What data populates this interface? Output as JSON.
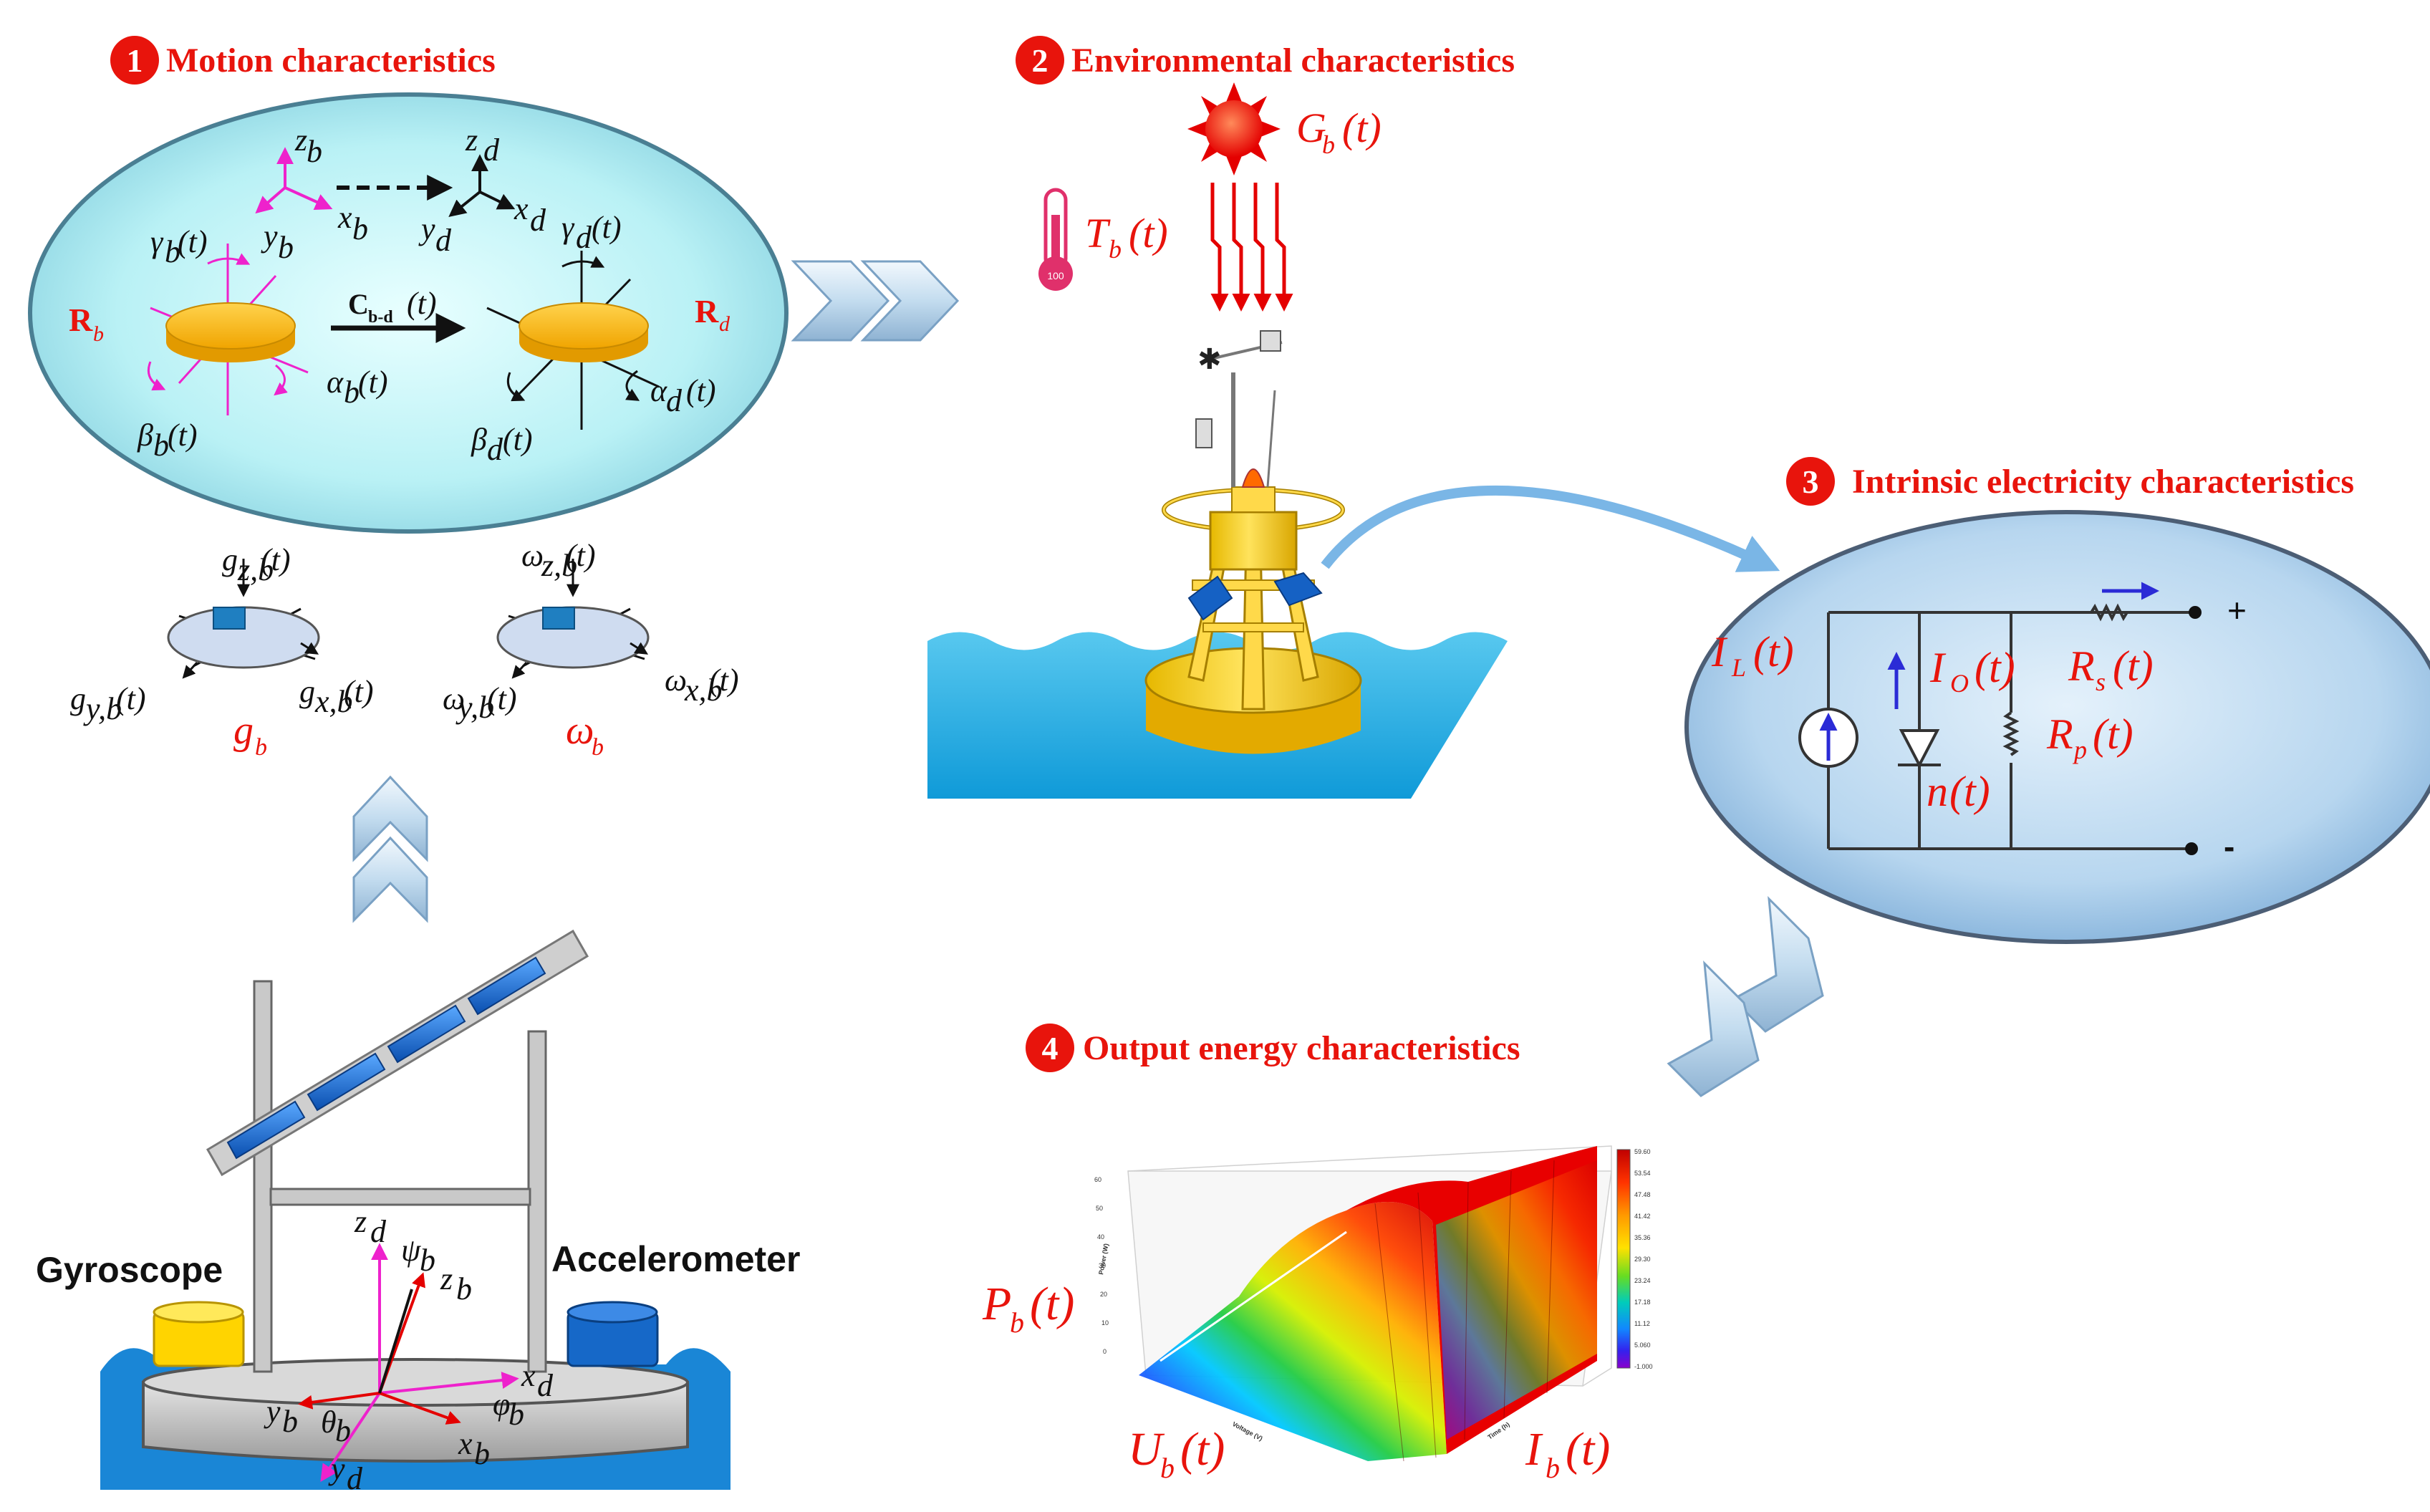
{
  "sections": [
    {
      "number": "1",
      "title": "Motion characteristics"
    },
    {
      "number": "2",
      "title": "Environmental characteristics"
    },
    {
      "number": "3",
      "title": "Intrinsic electricity characteristics"
    },
    {
      "number": "4",
      "title": "Output energy characteristics"
    }
  ],
  "motion": {
    "frame_b": {
      "x": "x",
      "y": "y",
      "z": "z",
      "sub": "b"
    },
    "frame_d": {
      "x": "x",
      "y": "y",
      "z": "z",
      "sub": "d"
    },
    "gamma_b": "γ",
    "beta_b": "β",
    "alpha_b": "α",
    "gamma_d": "γ",
    "beta_d": "β",
    "alpha_d": "α",
    "R_b": "R",
    "R_d": "R",
    "C_bd": "C",
    "C_sub": "b-d",
    "t_arg": "(t)"
  },
  "sensors": {
    "g": "g",
    "g_z": "z,b",
    "g_y": "y,b",
    "g_x": "x,b",
    "w": "ω",
    "w_z": "z,b",
    "w_y": "y,b",
    "w_x": "x,b",
    "g_b": "g",
    "w_b": "ω",
    "sub_b": "b"
  },
  "platform": {
    "gyroscope": "Gyroscope",
    "accelerometer": "Accelerometer",
    "psi": "ψ",
    "phi": "φ",
    "theta": "θ"
  },
  "environment": {
    "G": "G",
    "T": "T",
    "thermo_label": "100"
  },
  "circuit": {
    "IL": "I",
    "IL_sub": "L",
    "IO": "I",
    "IO_sub": "O",
    "Rs": "R",
    "Rs_sub": "s",
    "Rp": "R",
    "Rp_sub": "p",
    "n": "n",
    "plus": "+",
    "minus": "-"
  },
  "output": {
    "P": "P",
    "U": "U",
    "I": "I",
    "sub": "b",
    "z_axis_label": "Power (W)",
    "x_axis_label": "Voltage (V)",
    "y_axis_label": "Time (h)",
    "z_ticks": [
      "60",
      "50",
      "40",
      "30",
      "20",
      "10",
      "0"
    ],
    "colorbar_ticks": [
      "59.60",
      "53.54",
      "47.48",
      "41.42",
      "35.36",
      "29.30",
      "23.24",
      "17.18",
      "11.12",
      "5.060",
      "-1.000"
    ],
    "colors": [
      "#d40000",
      "#ff3300",
      "#ff8800",
      "#ffd000",
      "#c8e600",
      "#33cc33",
      "#00c8aa",
      "#0099ff",
      "#3344ff",
      "#8800cc"
    ]
  }
}
